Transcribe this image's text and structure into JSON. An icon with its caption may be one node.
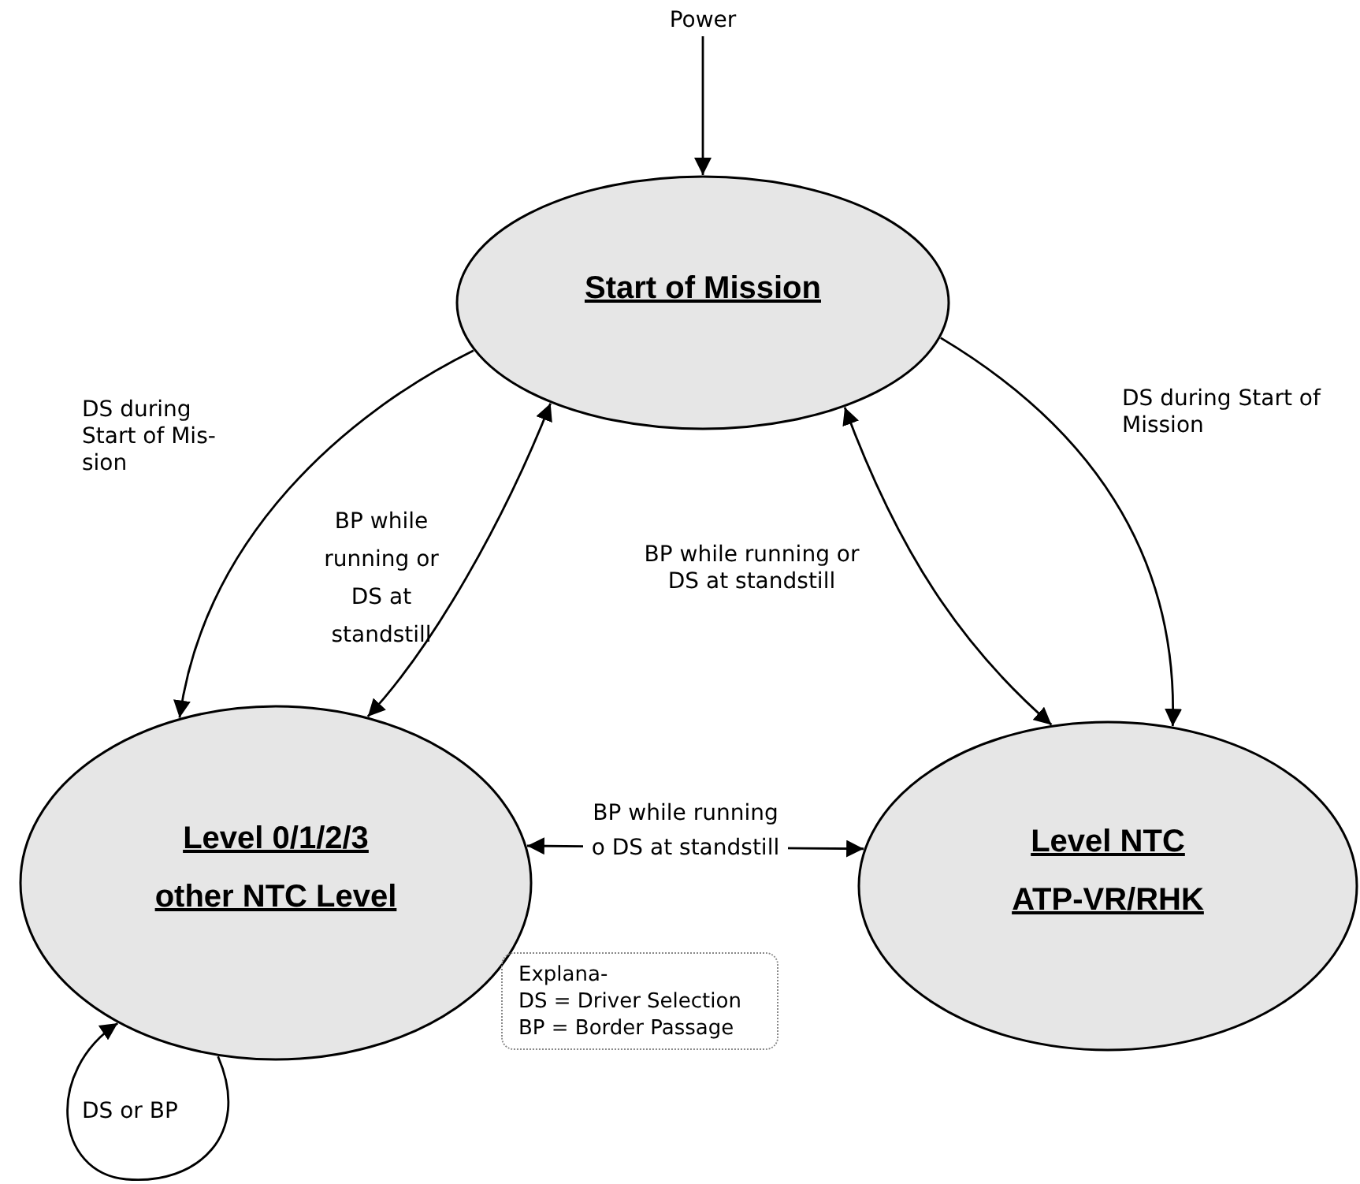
{
  "diagram": {
    "nodes": [
      {
        "text": [
          "Power"
        ]
      },
      {
        "text": [
          "Start of Mission"
        ]
      },
      {
        "text": [
          "Level 0/1/2/3",
          "other NTC Level"
        ]
      },
      {
        "text": [
          "Level NTC",
          "ATP-VR/RHK"
        ]
      },
      {
        "text": [
          "Explana-",
          "DS = Driver Selection",
          "BP = Border Passage"
        ]
      }
    ],
    "edges": [
      {
        "from": 0,
        "to": 1,
        "arrow": "to"
      },
      {
        "from": 1,
        "to": 2,
        "arrow": "to",
        "label": "DS during Start of Mis- sion"
      },
      {
        "from": 1,
        "to": 2,
        "arrow": "both",
        "label": "BP while running or DS at standstill"
      },
      {
        "from": 1,
        "to": 3,
        "arrow": "both",
        "label": "BP while running or DS at standstill"
      },
      {
        "from": 1,
        "to": 3,
        "arrow": "to",
        "label": "DS during Start of Mission"
      },
      {
        "from": 2,
        "to": 3,
        "arrow": "both",
        "label": "BP while running o DS at standstill"
      },
      {
        "from": 2,
        "to": 2,
        "arrow": "to",
        "label": "DS or BP"
      }
    ]
  }
}
